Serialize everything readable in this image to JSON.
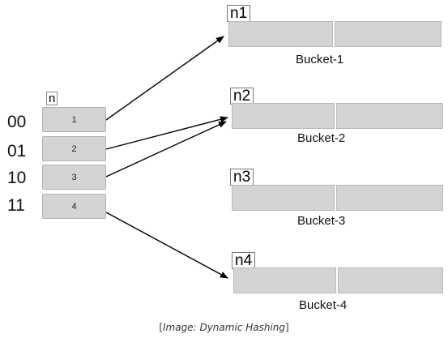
{
  "directory": {
    "label": "n",
    "entries": [
      {
        "code": "00",
        "slot": "1"
      },
      {
        "code": "01",
        "slot": "2"
      },
      {
        "code": "10",
        "slot": "3"
      },
      {
        "code": "11",
        "slot": "4"
      }
    ]
  },
  "buckets": [
    {
      "label": "n1",
      "name": "Bucket-1"
    },
    {
      "label": "n2",
      "name": "Bucket-2"
    },
    {
      "label": "n3",
      "name": "Bucket-3"
    },
    {
      "label": "n4",
      "name": "Bucket-4"
    }
  ],
  "pointers": [
    {
      "from": "1",
      "to": "Bucket-1"
    },
    {
      "from": "2",
      "to": "Bucket-2"
    },
    {
      "from": "3",
      "to": "Bucket-2"
    },
    {
      "from": "4",
      "to": "Bucket-4"
    }
  ],
  "caption": {
    "open": "[",
    "text": "Image: Dynamic Hashing",
    "close": "]"
  },
  "colors": {
    "cell": "#d4d4d4",
    "cell_border": "#b0b0b0",
    "arrow": "#000000"
  }
}
